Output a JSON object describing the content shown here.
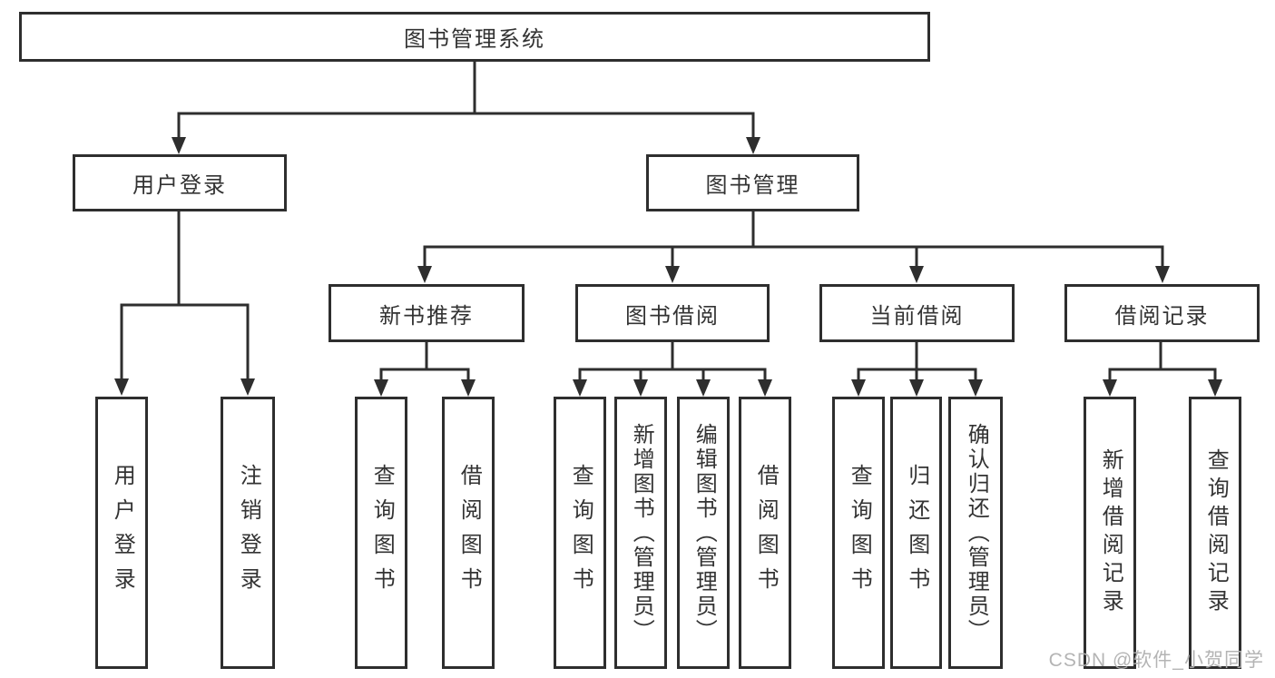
{
  "tree": {
    "root": "图书管理系统",
    "user": {
      "label": "用户登录",
      "leaves": [
        "用户登录",
        "注销登录"
      ]
    },
    "book": {
      "label": "图书管理",
      "groups": [
        {
          "label": "新书推荐",
          "leaves": [
            "查询图书",
            "借阅图书"
          ]
        },
        {
          "label": "图书借阅",
          "leaves": [
            "查询图书",
            "新增图书（管理员）",
            "编辑图书（管理员）",
            "借阅图书"
          ]
        },
        {
          "label": "当前借阅",
          "leaves": [
            "查询图书",
            "归还图书",
            "确认归还（管理员）"
          ]
        },
        {
          "label": "借阅记录",
          "leaves": [
            "新增借阅记录",
            "查询借阅记录"
          ]
        }
      ]
    }
  },
  "watermark": "CSDN @软件_小贺同学",
  "colors": {
    "line": "#2e2e2e",
    "text": "#333333",
    "watermark": "#b0b0b0",
    "background": "#ffffff"
  }
}
